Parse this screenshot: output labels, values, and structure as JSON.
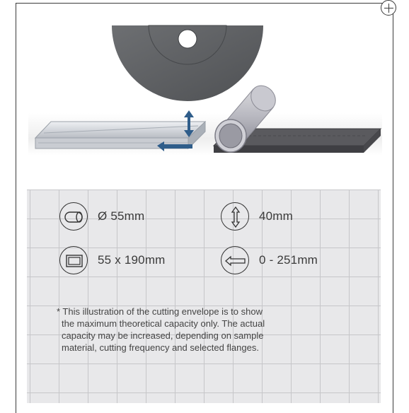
{
  "specs": {
    "round": {
      "icon": "round-bar-icon",
      "value": "Ø 55mm"
    },
    "height": {
      "icon": "vertical-stroke-icon",
      "value": "40mm"
    },
    "rectangular": {
      "icon": "rectangular-bar-icon",
      "value": "55 x 190mm"
    },
    "length": {
      "icon": "horizontal-stroke-icon",
      "value": "0 - 251mm"
    }
  },
  "note": {
    "line1": "* This illustration of the cutting envelope is to show",
    "line2": "the maximum theoretical capacity only. The actual",
    "line3": "capacity may be increased, depending on sample",
    "line4": "material, cutting frequency and selected flanges."
  },
  "colors": {
    "arrow": "#2f5d8a",
    "panel": "#e8e8ea",
    "wheel": "#5d5f62"
  }
}
